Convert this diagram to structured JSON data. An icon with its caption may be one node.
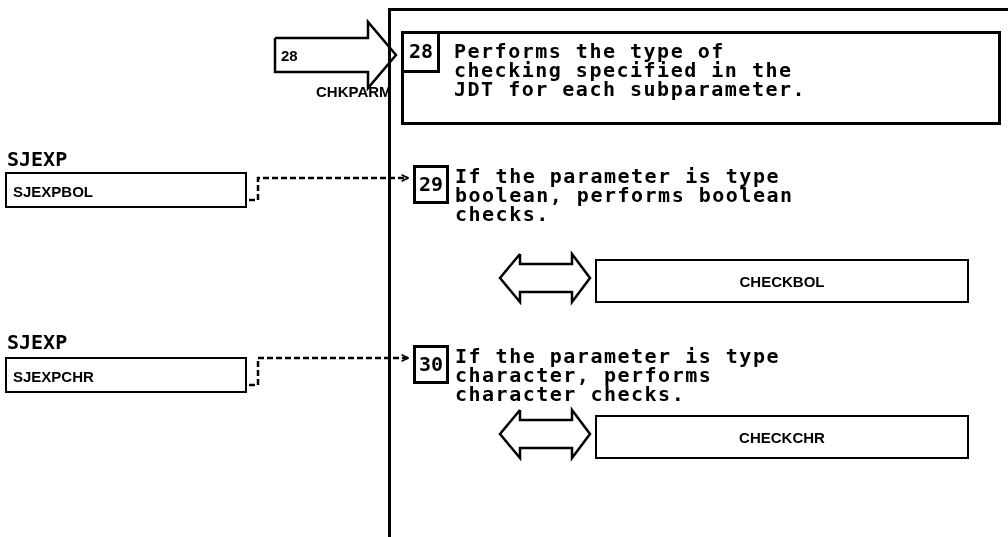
{
  "diagram": {
    "nodes": [
      {
        "text": [],
        "shape": "box"
      },
      {
        "text": [
          "28",
          "Performs the type of checking specified in the JDT for each subparameter."
        ],
        "in": 0
      },
      {
        "text": [
          "SJEXP",
          "SJEXPBOL"
        ]
      },
      {
        "text": [
          "29",
          "If the parameter is type boolean, performs boolean checks."
        ],
        "in": 0
      },
      {
        "text": [
          "CHECKBOL"
        ],
        "in": 0
      },
      {
        "text": [
          "SJEXP",
          "SJEXPCHR"
        ]
      },
      {
        "text": [
          "30",
          "If the parameter is type character, performs character checks."
        ],
        "in": 0
      },
      {
        "text": [
          "CHECKCHR"
        ],
        "in": 0
      }
    ],
    "edges": [
      {
        "from": null,
        "to": 1,
        "arrow": "to",
        "label": "28"
      },
      {
        "from": 2,
        "to": 3,
        "arrow": "to",
        "style": "dashed"
      },
      {
        "from": 3,
        "to": 4,
        "arrow": "both"
      },
      {
        "from": 5,
        "to": 6,
        "arrow": "to",
        "style": "dashed"
      },
      {
        "from": 6,
        "to": 7,
        "arrow": "both"
      }
    ],
    "labels": [
      "CHKPARM"
    ]
  }
}
